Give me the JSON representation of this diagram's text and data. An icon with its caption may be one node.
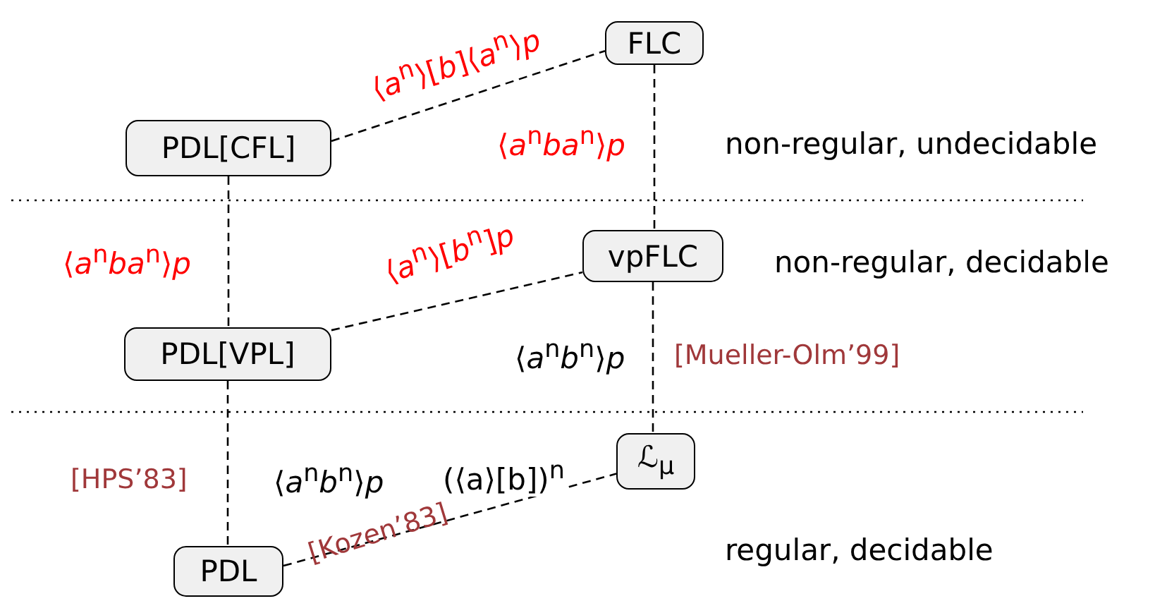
{
  "diagram": {
    "nodes": [
      {
        "text": [
          "FLC"
        ]
      },
      {
        "text": [
          "PDL[CFL]"
        ]
      },
      {
        "text": [
          "vpFLC"
        ]
      },
      {
        "text": [
          "PDL[VPL]"
        ]
      },
      {
        "text": [
          "ℒ$_{μ}$"
        ]
      },
      {
        "text": [
          "PDL"
        ]
      }
    ],
    "edges": [
      {
        "from": 1,
        "to": 0,
        "arrow": "none",
        "style": "dashed",
        "label": "⟨*a*$^{n}$⟩[*b*]⟨*a*$^{n}$⟩*p*"
      },
      {
        "from": 0,
        "to": 2,
        "arrow": "none",
        "style": "dashed",
        "label": "⟨*a*$^{n}$*ba*$^{n}$⟩*p*"
      },
      {
        "from": 1,
        "to": 3,
        "arrow": "none",
        "style": "dashed",
        "label": "⟨*a*$^{n}$*ba*$^{n}$⟩*p*"
      },
      {
        "from": 3,
        "to": 2,
        "arrow": "none",
        "style": "dashed",
        "label": "⟨*a*$^{n}$⟩[*b*$^{n}$]*p*"
      },
      {
        "from": 2,
        "to": 4,
        "arrow": "none",
        "style": "dashed",
        "label": "⟨*a*$^{n}$*b*$^{n}$⟩*p*"
      },
      {
        "from": 3,
        "to": 5,
        "arrow": "none",
        "style": "dashed",
        "label": "⟨*a*$^{n}$*b*$^{n}$⟩*p*"
      },
      {
        "from": 5,
        "to": 4,
        "arrow": "none",
        "style": "dashed",
        "label": "(⟨a⟩[b])$^{n}$"
      }
    ],
    "labels": [
      "non-regular, undecidable",
      "non-regular, decidable",
      "[Mueller-Olm’99]",
      "[HPS’83]",
      "regular, decidable",
      "[Kozen’83]"
    ]
  }
}
